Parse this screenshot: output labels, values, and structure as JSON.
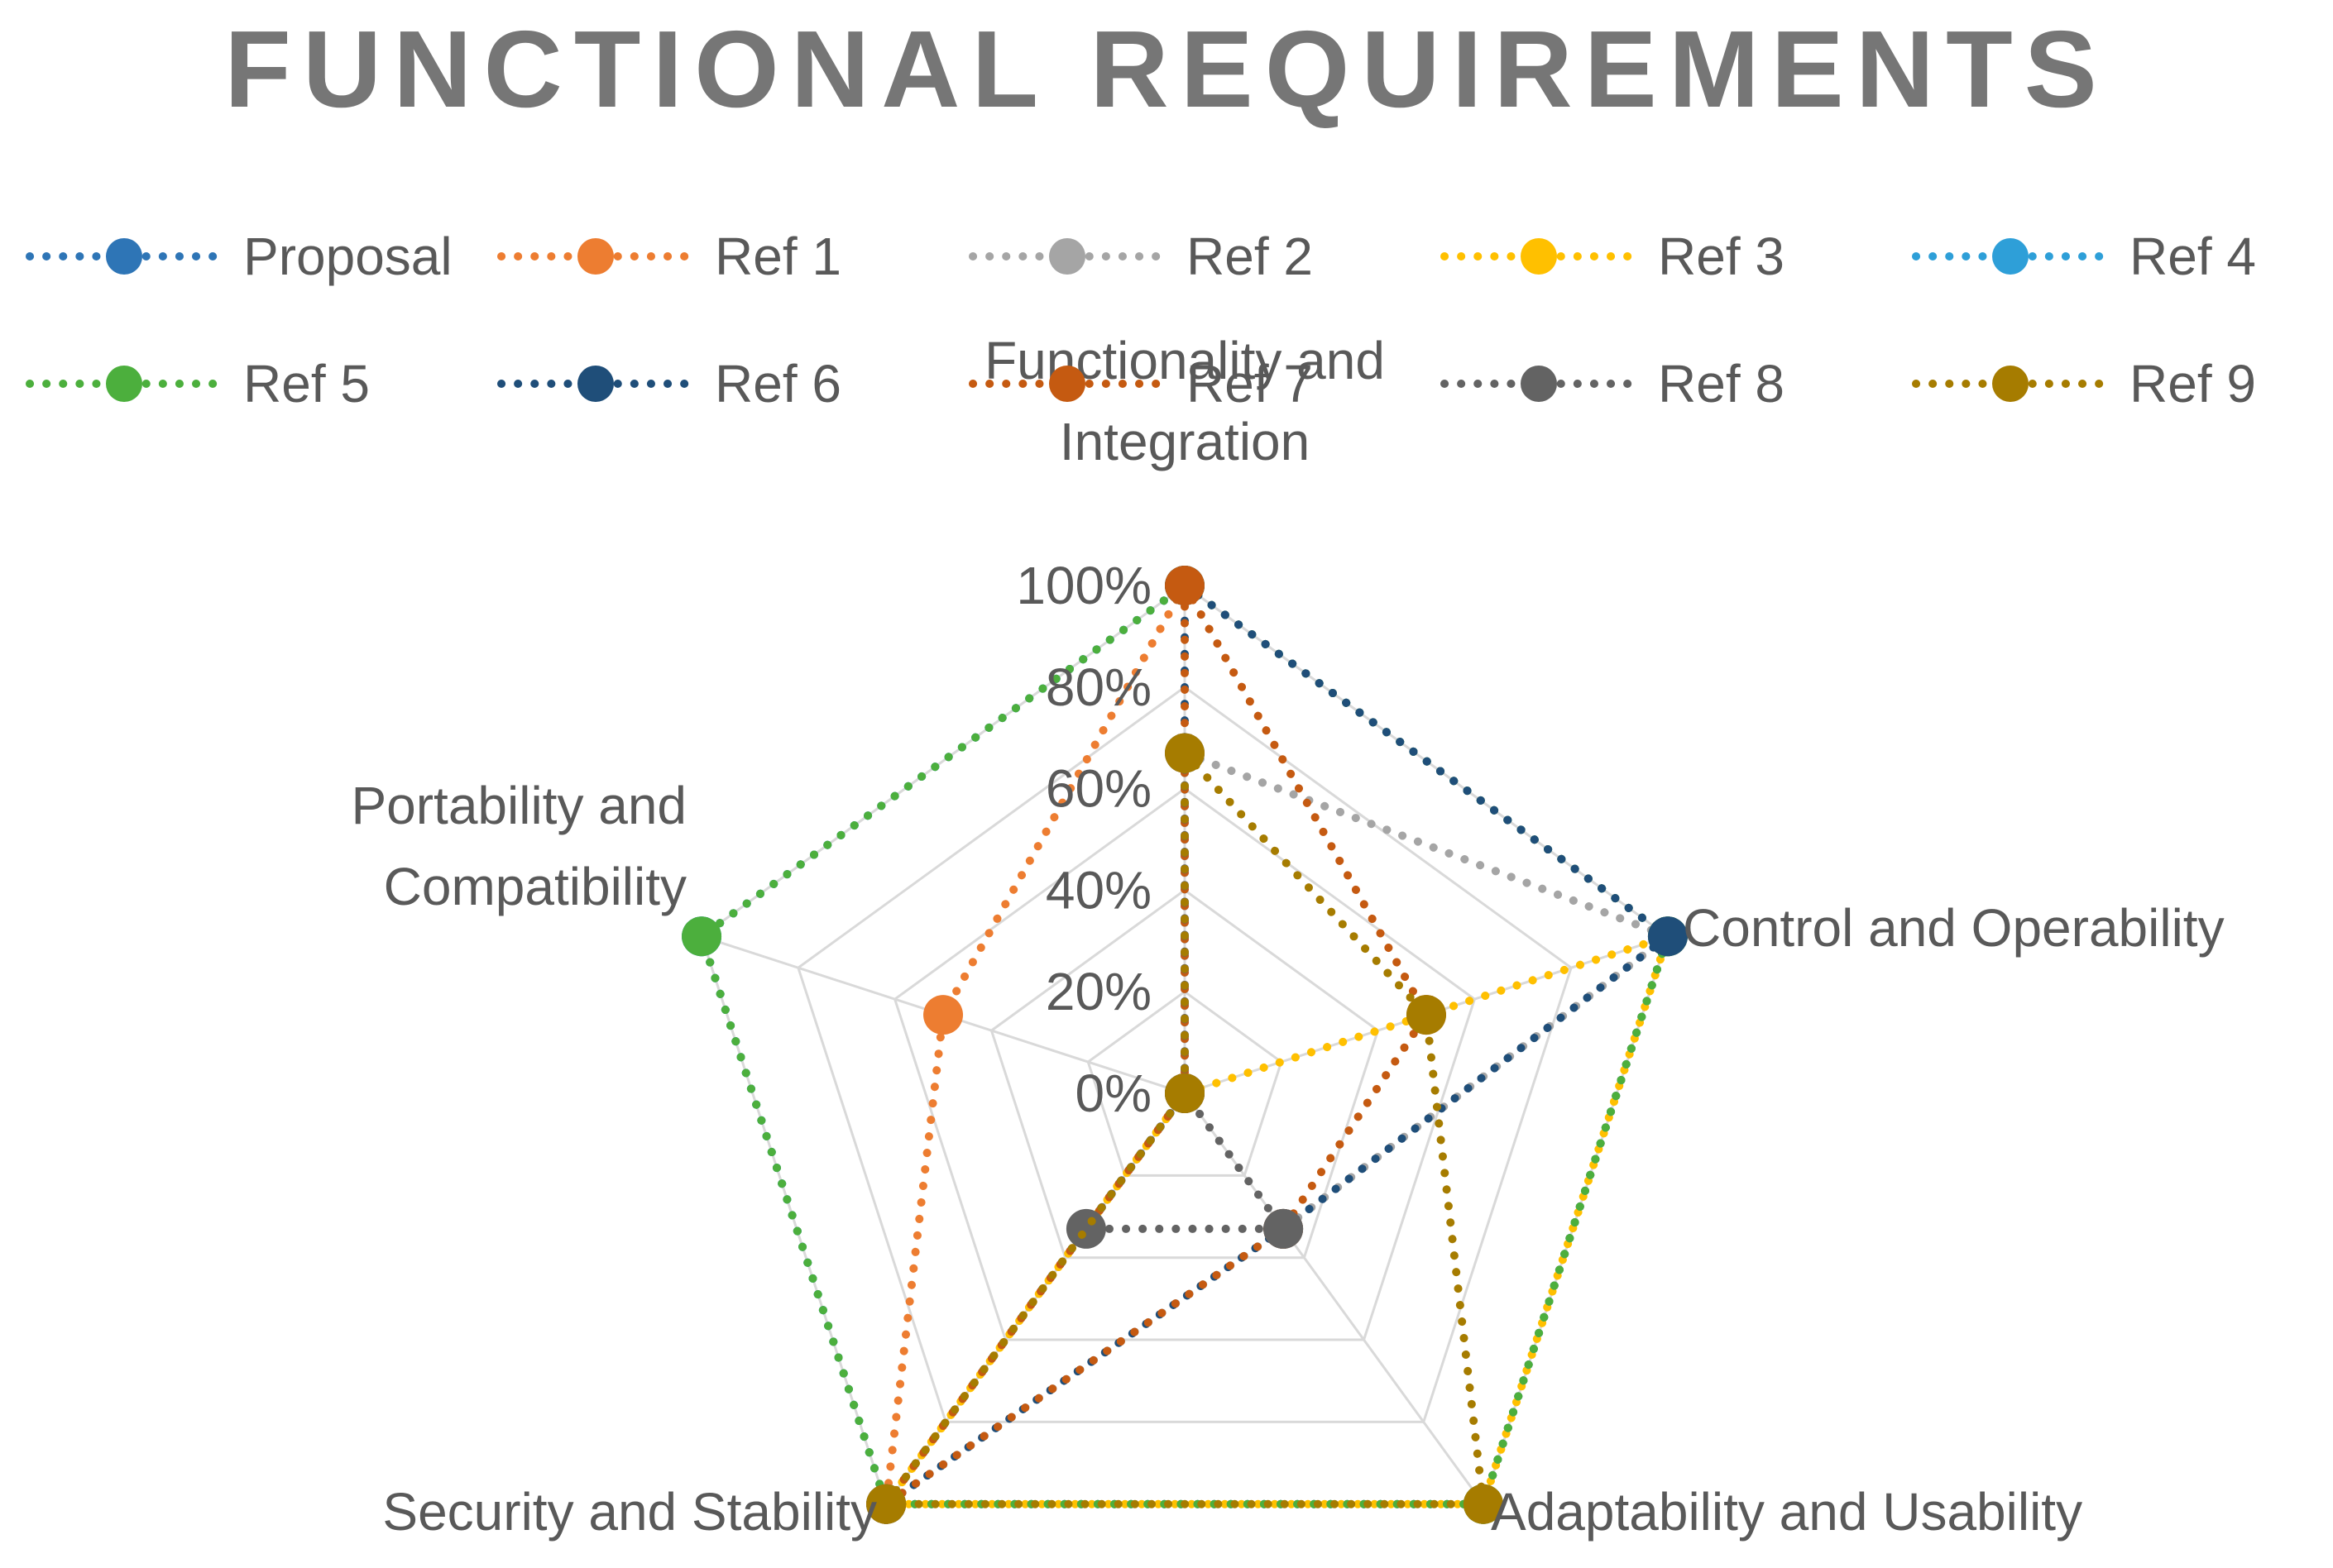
{
  "chart_data": {
    "type": "radar",
    "title": "FUNCTIONAL REQUIREMENTS",
    "axes": [
      [
        "Functionality and",
        "Integration"
      ],
      [
        "Control and Operability"
      ],
      [
        "Adaptability and Usability"
      ],
      [
        "Security and Stability"
      ],
      [
        "Portability and",
        "Compatibility"
      ]
    ],
    "ticks": [
      "0%",
      "20%",
      "40%",
      "60%",
      "80%",
      "100%"
    ],
    "range": [
      0,
      100
    ],
    "legend_position": "top",
    "series": [
      {
        "name": "Proposal",
        "color": "#2E75B6",
        "values": [
          100,
          100,
          100,
          100,
          100
        ]
      },
      {
        "name": "Ref 1",
        "color": "#ED7D31",
        "values": [
          100,
          100,
          100,
          100,
          50
        ]
      },
      {
        "name": "Ref 2",
        "color": "#A5A5A5",
        "values": [
          67,
          100,
          33,
          100,
          0
        ]
      },
      {
        "name": "Ref 3",
        "color": "#FFC000",
        "values": [
          0,
          100,
          100,
          100,
          0
        ]
      },
      {
        "name": "Ref 4",
        "color": "#2E9FD8",
        "values": [
          100,
          100,
          100,
          100,
          100
        ]
      },
      {
        "name": "Ref 5",
        "color": "#4CAF3D",
        "values": [
          100,
          100,
          100,
          100,
          100
        ]
      },
      {
        "name": "Ref 6",
        "color": "#1F4E79",
        "values": [
          100,
          100,
          33,
          100,
          0
        ]
      },
      {
        "name": "Ref 7",
        "color": "#C55A11",
        "values": [
          100,
          50,
          33,
          100,
          0
        ]
      },
      {
        "name": "Ref 8",
        "color": "#636363",
        "values": [
          67,
          0,
          33,
          33,
          0
        ]
      },
      {
        "name": "Ref 9",
        "color": "#A67C00",
        "values": [
          67,
          50,
          100,
          100,
          0
        ]
      }
    ]
  }
}
